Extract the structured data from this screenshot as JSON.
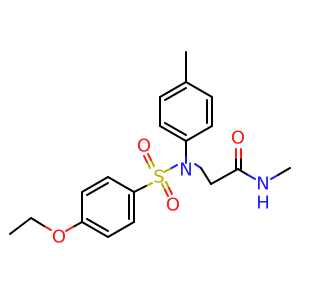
{
  "molecule": {
    "atoms": {
      "sulfur": {
        "symbol": "S"
      },
      "sulfonyl_o_top": {
        "symbol": "O"
      },
      "sulfonyl_o_bottom": {
        "symbol": "O"
      },
      "sulfonamide_n": {
        "symbol": "N"
      },
      "ether_o": {
        "symbol": "O"
      },
      "carbonyl_o": {
        "symbol": "O"
      },
      "amide_n": {
        "symbol": "N"
      },
      "amide_h": {
        "symbol": "H"
      }
    }
  },
  "colors": {
    "carbon": "#000000",
    "nitrogen": "#1a1aff",
    "oxygen": "#ff1a1a",
    "sulfur": "#b3b300",
    "background": "#ffffff"
  }
}
